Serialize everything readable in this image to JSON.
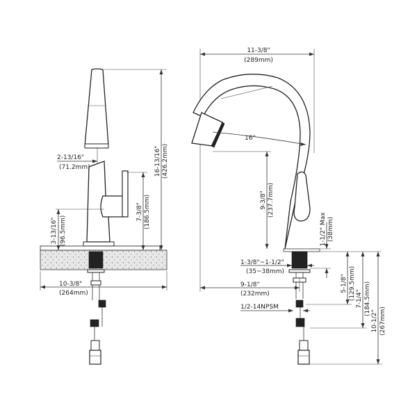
{
  "dims": {
    "left_height": "16-13/16\"",
    "left_height_mm": "(426.2mm)",
    "left_spout": "2-13/16\"",
    "left_spout_mm": "(71.2mm)",
    "left_handle": "7-3/8\"",
    "left_handle_mm": "(186.5mm)",
    "left_base": "3-13/16\"",
    "left_base_mm": "(96.5mm)",
    "left_reach": "10-3/8\"",
    "left_reach_mm": "(264mm)",
    "top_width": "11-3/8\"",
    "top_width_mm": "(289mm)",
    "angle": "16°",
    "spout_height": "9-3/8\"",
    "spout_height_mm": "(237.7mm)",
    "deck_max": "1-1/2\" Max",
    "deck_max_mm": "(38mm)",
    "hole": "1-3/8\"~1-1/2\"",
    "hole_mm": "(35~38mm)",
    "right_reach": "9-1/8\"",
    "right_reach_mm": "(232mm)",
    "shank1": "5-1/8\"",
    "shank1_mm": "(129.5mm)",
    "shank2": "7-1/4\"",
    "shank2_mm": "(184.5mm)",
    "shank3": "10-1/2\"",
    "shank3_mm": "(267mm)",
    "thread": "1/2-14NPSM"
  },
  "colors": {
    "line": "#222222",
    "counter_fill": "#e6e6e6",
    "dark_part": "#222222"
  }
}
